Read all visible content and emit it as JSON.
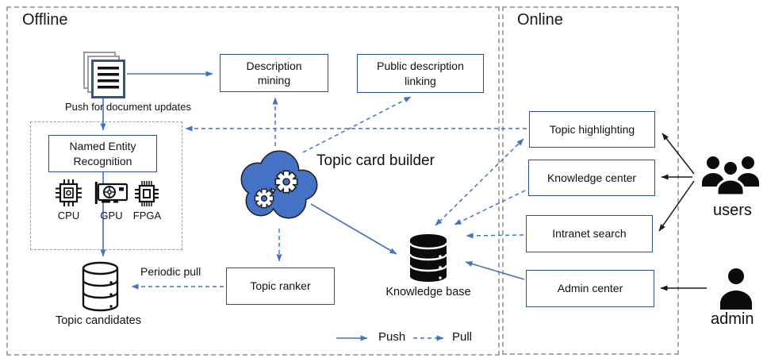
{
  "offline": {
    "label": "Offline",
    "document_caption": "Push for document updates",
    "nodes": {
      "description_mining": "Description mining",
      "public_description_linking": "Public description linking",
      "named_entity_recognition": "Named Entity Recognition",
      "topic_ranker": "Topic ranker"
    },
    "processors": [
      "CPU",
      "GPU",
      "FPGA"
    ],
    "topic_card_builder": "Topic card builder",
    "periodic_pull": "Periodic pull",
    "stores": {
      "knowledge_base": "Knowledge base",
      "topic_candidates": "Topic candidates"
    }
  },
  "online": {
    "label": "Online",
    "services": [
      "Topic highlighting",
      "Knowledge center",
      "Intranet search",
      "Admin center"
    ]
  },
  "actors": {
    "users": "users",
    "admin": "admin"
  },
  "legend": {
    "push": "Push",
    "pull": "Pull"
  },
  "colors": {
    "arrow_blue": "#4472C4",
    "node_border": "#2F5496",
    "cloud_fill": "#4472C4",
    "icon_black": "#111111",
    "dashed_gray": "#9E9E9E"
  }
}
